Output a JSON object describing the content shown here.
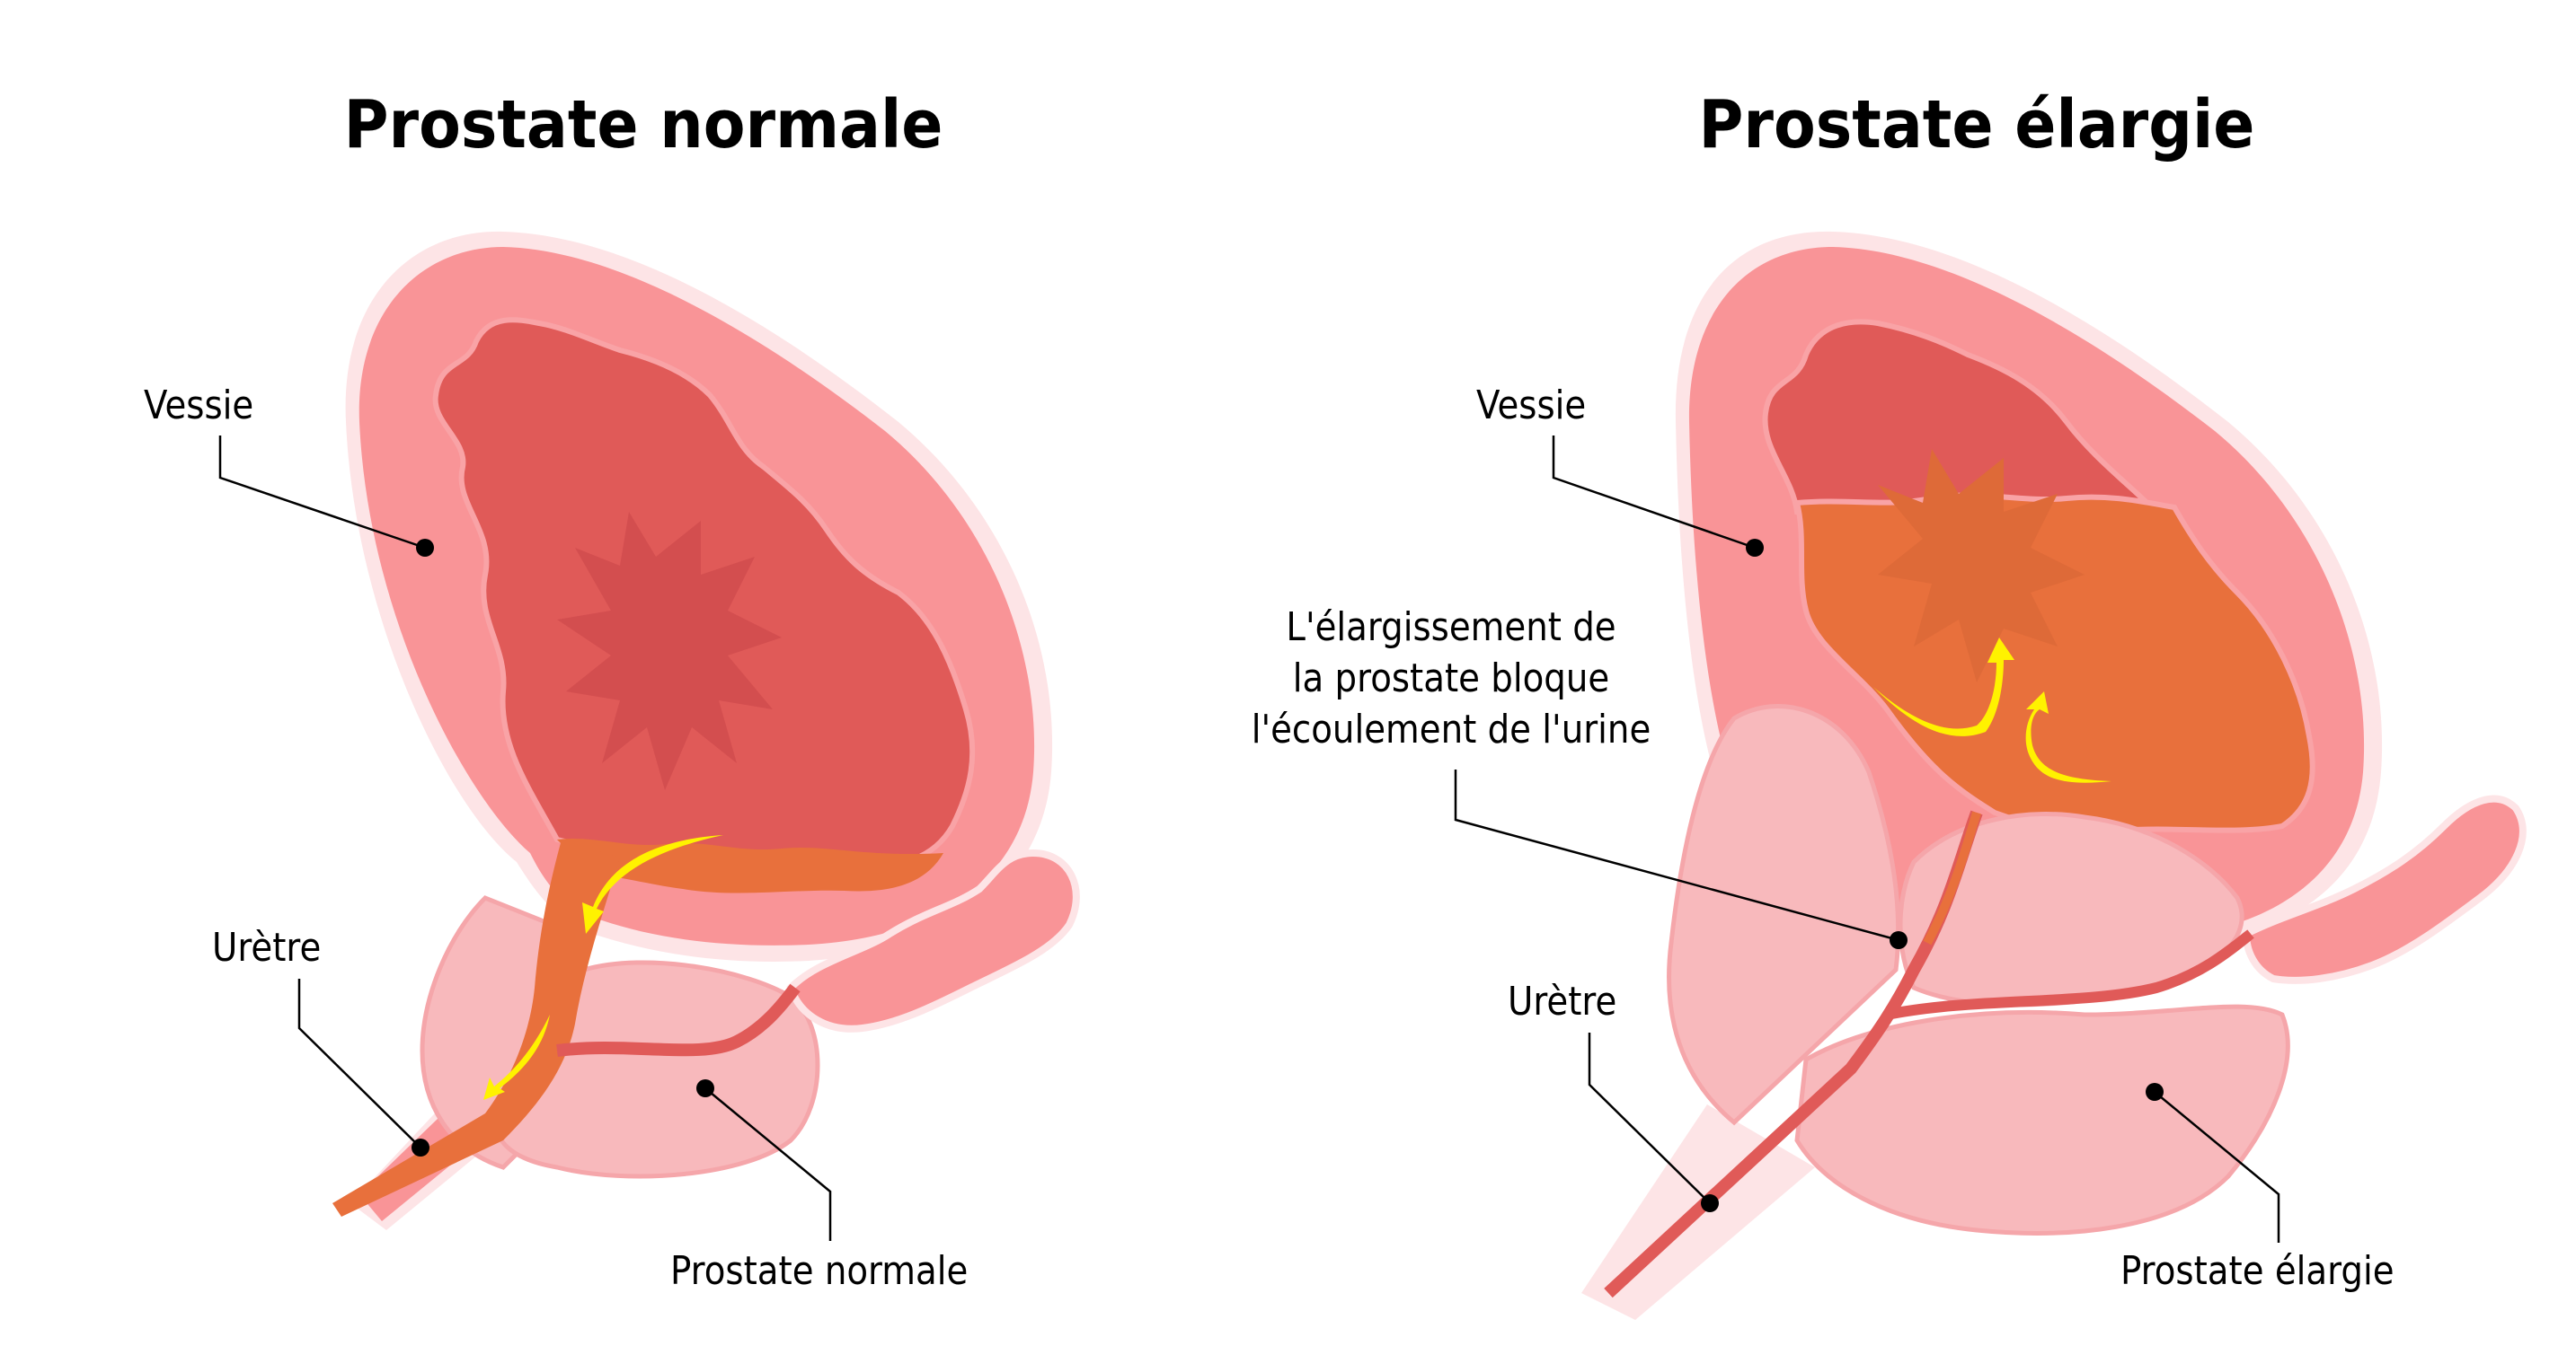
{
  "panels": [
    {
      "title": "Prostate normale",
      "labels": {
        "bladder": "Vessie",
        "urethra": "Urètre",
        "prostate": "Prostate normale"
      }
    },
    {
      "title": "Prostate élargie",
      "labels": {
        "bladder": "Vessie",
        "note_lines": [
          "L'élargissement de",
          "la prostate bloque",
          "l'écoulement de l'urine"
        ],
        "urethra": "Urètre",
        "prostate": "Prostate élargie"
      }
    }
  ],
  "colors": {
    "bladder_wall_outer": "#fde4e6",
    "bladder_wall": "#f99497",
    "bladder_lumen": "#e05a58",
    "bladder_fold": "#d34e4f",
    "urine": "#e8703c",
    "prostate": "#f8b9bc",
    "prostate_edge": "#f5a6aa",
    "urethra": "#e05a58",
    "arrow": "#fff200",
    "leader_line": "#000000"
  }
}
